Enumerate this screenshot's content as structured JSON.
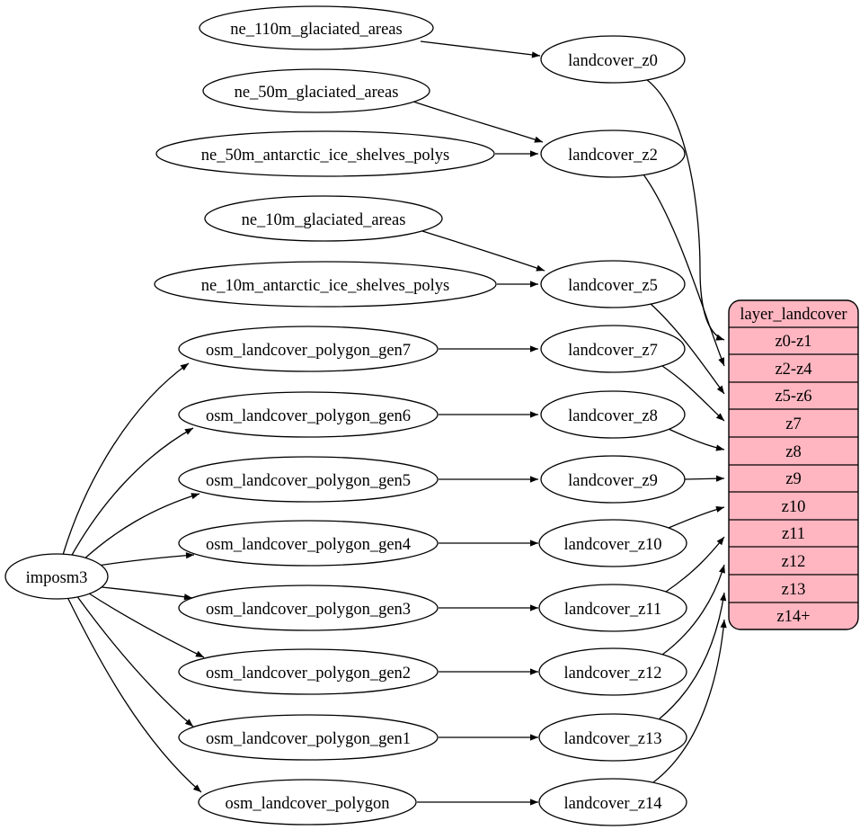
{
  "colors": {
    "background": "#ffffff",
    "node_fill": "#ffffff",
    "node_stroke": "#000000",
    "edge": "#000000",
    "table_fill": "#ffb6c1",
    "table_stroke": "#000000",
    "text": "#000000"
  },
  "nodes": {
    "imposm3": {
      "label": "imposm3"
    },
    "ne110g": {
      "label": "ne_110m_glaciated_areas"
    },
    "ne50g": {
      "label": "ne_50m_glaciated_areas"
    },
    "ne50a": {
      "label": "ne_50m_antarctic_ice_shelves_polys"
    },
    "ne10g": {
      "label": "ne_10m_glaciated_areas"
    },
    "ne10a": {
      "label": "ne_10m_antarctic_ice_shelves_polys"
    },
    "gen7": {
      "label": "osm_landcover_polygon_gen7"
    },
    "gen6": {
      "label": "osm_landcover_polygon_gen6"
    },
    "gen5": {
      "label": "osm_landcover_polygon_gen5"
    },
    "gen4": {
      "label": "osm_landcover_polygon_gen4"
    },
    "gen3": {
      "label": "osm_landcover_polygon_gen3"
    },
    "gen2": {
      "label": "osm_landcover_polygon_gen2"
    },
    "gen1": {
      "label": "osm_landcover_polygon_gen1"
    },
    "poly": {
      "label": "osm_landcover_polygon"
    },
    "z0": {
      "label": "landcover_z0"
    },
    "z2": {
      "label": "landcover_z2"
    },
    "z5": {
      "label": "landcover_z5"
    },
    "z7": {
      "label": "landcover_z7"
    },
    "z8": {
      "label": "landcover_z8"
    },
    "z9": {
      "label": "landcover_z9"
    },
    "z10": {
      "label": "landcover_z10"
    },
    "z11": {
      "label": "landcover_z11"
    },
    "z12": {
      "label": "landcover_z12"
    },
    "z13": {
      "label": "landcover_z13"
    },
    "z14": {
      "label": "landcover_z14"
    }
  },
  "table": {
    "title": "layer_landcover",
    "rows": [
      "z0-z1",
      "z2-z4",
      "z5-z6",
      "z7",
      "z8",
      "z9",
      "z10",
      "z11",
      "z12",
      "z13",
      "z14+"
    ]
  },
  "edges": [
    {
      "from": "imposm3",
      "to": "osm_landcover_polygon_gen7"
    },
    {
      "from": "imposm3",
      "to": "osm_landcover_polygon_gen6"
    },
    {
      "from": "imposm3",
      "to": "osm_landcover_polygon_gen5"
    },
    {
      "from": "imposm3",
      "to": "osm_landcover_polygon_gen4"
    },
    {
      "from": "imposm3",
      "to": "osm_landcover_polygon_gen3"
    },
    {
      "from": "imposm3",
      "to": "osm_landcover_polygon_gen2"
    },
    {
      "from": "imposm3",
      "to": "osm_landcover_polygon_gen1"
    },
    {
      "from": "imposm3",
      "to": "osm_landcover_polygon"
    },
    {
      "from": "ne_110m_glaciated_areas",
      "to": "landcover_z0"
    },
    {
      "from": "ne_50m_glaciated_areas",
      "to": "landcover_z2"
    },
    {
      "from": "ne_50m_antarctic_ice_shelves_polys",
      "to": "landcover_z2"
    },
    {
      "from": "ne_10m_glaciated_areas",
      "to": "landcover_z5"
    },
    {
      "from": "ne_10m_antarctic_ice_shelves_polys",
      "to": "landcover_z5"
    },
    {
      "from": "osm_landcover_polygon_gen7",
      "to": "landcover_z7"
    },
    {
      "from": "osm_landcover_polygon_gen6",
      "to": "landcover_z8"
    },
    {
      "from": "osm_landcover_polygon_gen5",
      "to": "landcover_z9"
    },
    {
      "from": "osm_landcover_polygon_gen4",
      "to": "landcover_z10"
    },
    {
      "from": "osm_landcover_polygon_gen3",
      "to": "landcover_z11"
    },
    {
      "from": "osm_landcover_polygon_gen2",
      "to": "landcover_z12"
    },
    {
      "from": "osm_landcover_polygon_gen1",
      "to": "landcover_z13"
    },
    {
      "from": "osm_landcover_polygon",
      "to": "landcover_z14"
    },
    {
      "from": "landcover_z0",
      "to": "layer_landcover:z0-z1"
    },
    {
      "from": "landcover_z2",
      "to": "layer_landcover:z2-z4"
    },
    {
      "from": "landcover_z5",
      "to": "layer_landcover:z5-z6"
    },
    {
      "from": "landcover_z7",
      "to": "layer_landcover:z7"
    },
    {
      "from": "landcover_z8",
      "to": "layer_landcover:z8"
    },
    {
      "from": "landcover_z9",
      "to": "layer_landcover:z9"
    },
    {
      "from": "landcover_z10",
      "to": "layer_landcover:z10"
    },
    {
      "from": "landcover_z11",
      "to": "layer_landcover:z11"
    },
    {
      "from": "landcover_z12",
      "to": "layer_landcover:z12"
    },
    {
      "from": "landcover_z13",
      "to": "layer_landcover:z13"
    },
    {
      "from": "landcover_z14",
      "to": "layer_landcover:z14+"
    }
  ]
}
